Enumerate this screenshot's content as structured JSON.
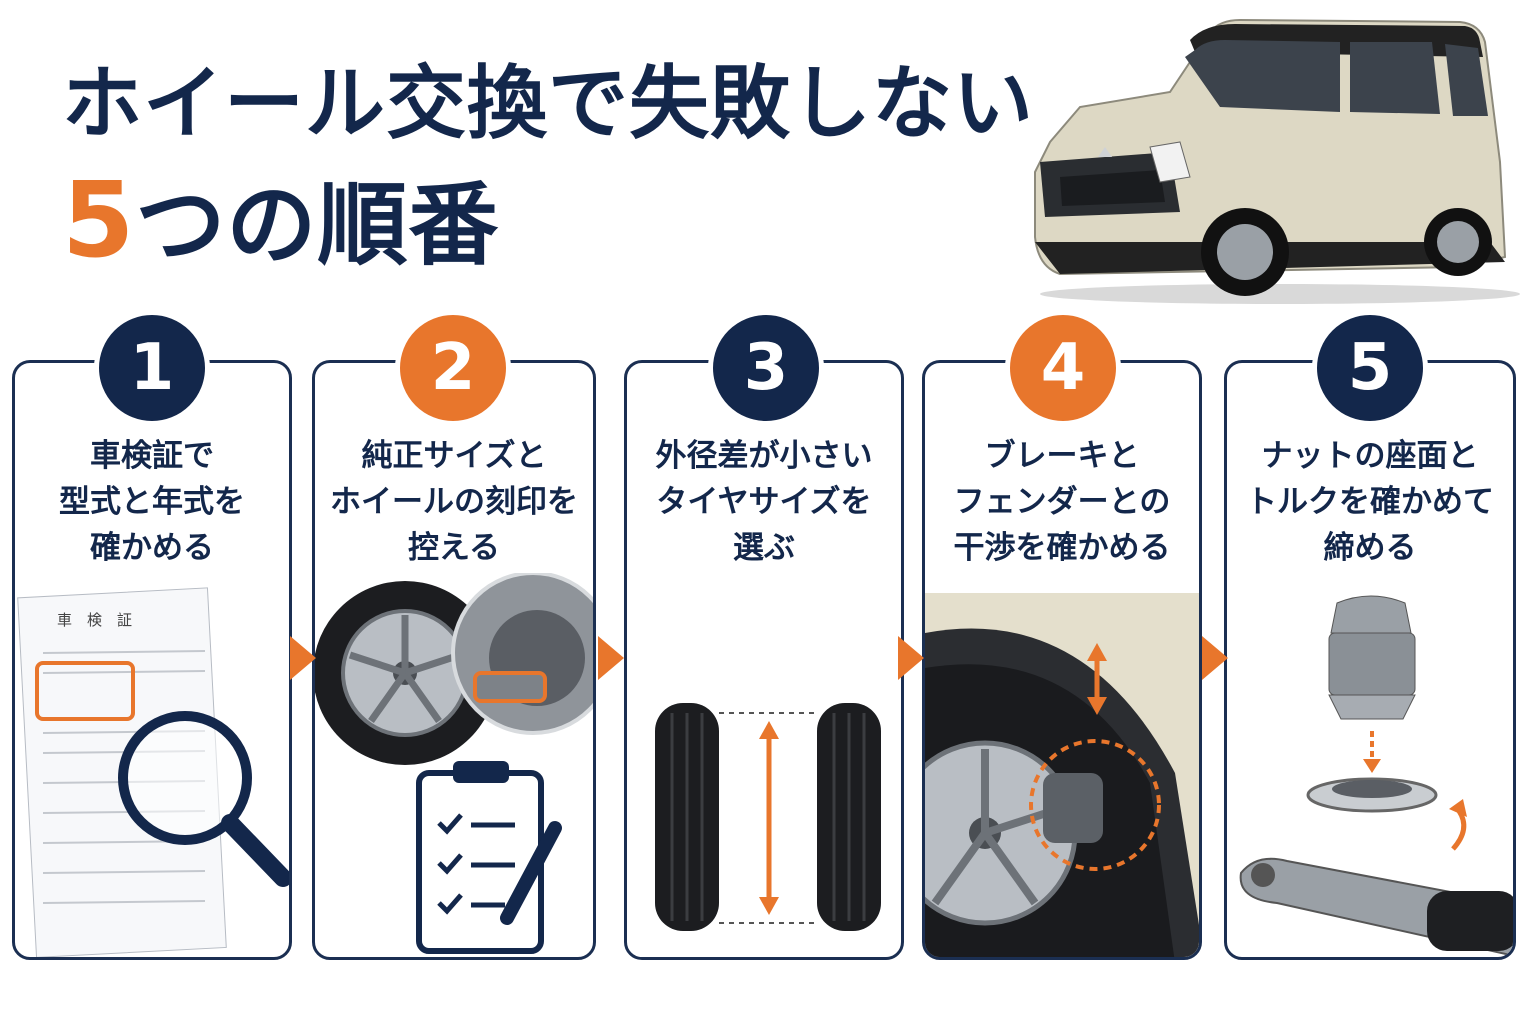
{
  "title": {
    "line1": "ホイール交換で失敗しない",
    "line2_accent": "5",
    "line2_rest": "つの順番"
  },
  "colors": {
    "navy": "#13274b",
    "orange": "#e8762c",
    "car_body": "#ddd8c4"
  },
  "steps": [
    {
      "number": "1",
      "text": "車検証で\n型式と年式を\n確かめる",
      "badge_color": "navy",
      "illustration": "document-magnifier-icon"
    },
    {
      "number": "2",
      "text": "純正サイズと\nホイールの刻印を\n控える",
      "badge_color": "orange",
      "illustration": "wheel-clipboard-icon"
    },
    {
      "number": "3",
      "text": "外径差が小さい\nタイヤサイズを\n選ぶ",
      "badge_color": "navy",
      "illustration": "tire-diameter-icon"
    },
    {
      "number": "4",
      "text": "ブレーキと\nフェンダーとの\n干渉を確かめる",
      "badge_color": "orange",
      "illustration": "fender-clearance-icon"
    },
    {
      "number": "5",
      "text": "ナットの座面と\nトルクを確かめて\n締める",
      "badge_color": "navy",
      "illustration": "nut-torque-wrench-icon"
    }
  ],
  "document_title": "車　検　証"
}
